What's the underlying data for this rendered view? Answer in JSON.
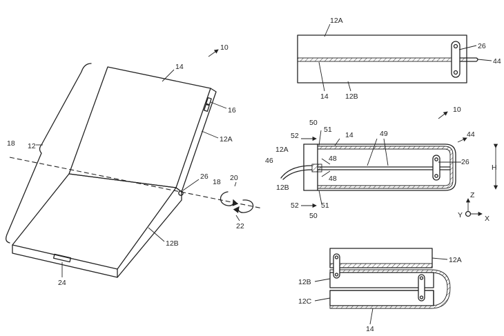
{
  "figure_left": {
    "labels": {
      "device": "10",
      "display": "14",
      "buttons": "16",
      "bend_axis": "18",
      "bend_axis_2": "18",
      "housing": "12",
      "housing_upper": "12A",
      "housing_lower": "12B",
      "hinge": "26",
      "rotation_a": "20",
      "rotation_b": "22",
      "connector": "24"
    }
  },
  "figure_top_right": {
    "labels": {
      "housing_upper": "12A",
      "housing_lower": "12B",
      "display": "14",
      "hinge": "26",
      "flex": "44"
    }
  },
  "figure_middle_right": {
    "labels": {
      "device": "10",
      "flex_region": "44",
      "arrow_top": "50",
      "wall_top": "52",
      "wall_top_b": "51",
      "display": "14",
      "traces": "49",
      "housing_upper": "12A",
      "cable": "46",
      "contact_top": "48",
      "contact_bottom": "48",
      "housing_lower": "12B",
      "hinge": "26",
      "wall_bottom": "52",
      "wall_bottom_b": "51",
      "arrow_bottom": "50",
      "height_dim": "H",
      "axis_z": "Z",
      "axis_y": "Y",
      "axis_x": "X"
    }
  },
  "figure_bottom_right": {
    "labels": {
      "housing_a": "12A",
      "housing_b": "12B",
      "housing_c": "12C",
      "display": "14"
    }
  }
}
